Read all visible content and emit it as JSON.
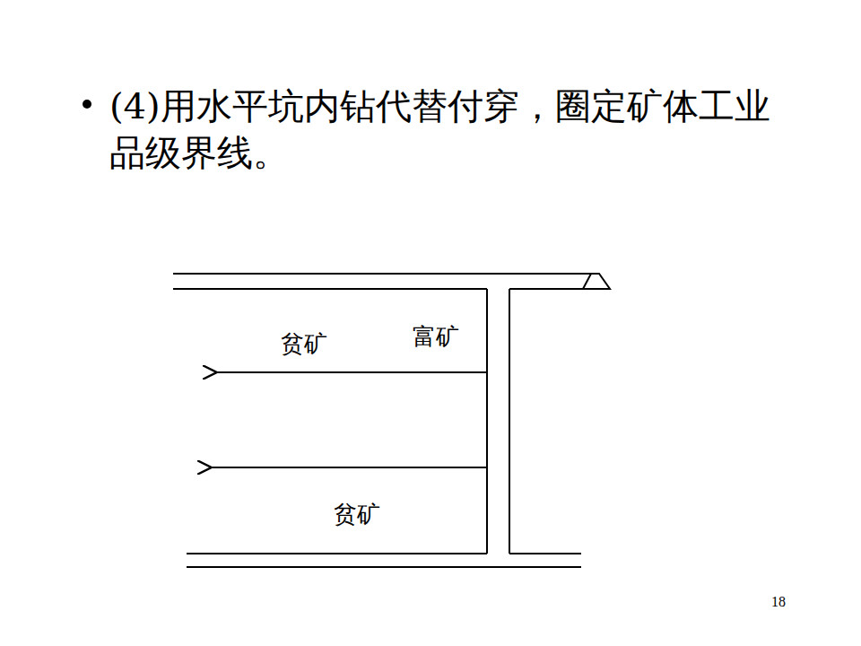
{
  "diagram": {
    "title": "(4)用水平坑内钻代替付穿，圈定矿体工业品级界线。",
    "nodes": [
      {
        "text": [
          "贫矿"
        ]
      },
      {
        "text": [
          "贫矿"
        ]
      },
      {
        "text": [
          "富矿"
        ],
        "in": 1
      }
    ],
    "labels": [
      "18"
    ]
  }
}
